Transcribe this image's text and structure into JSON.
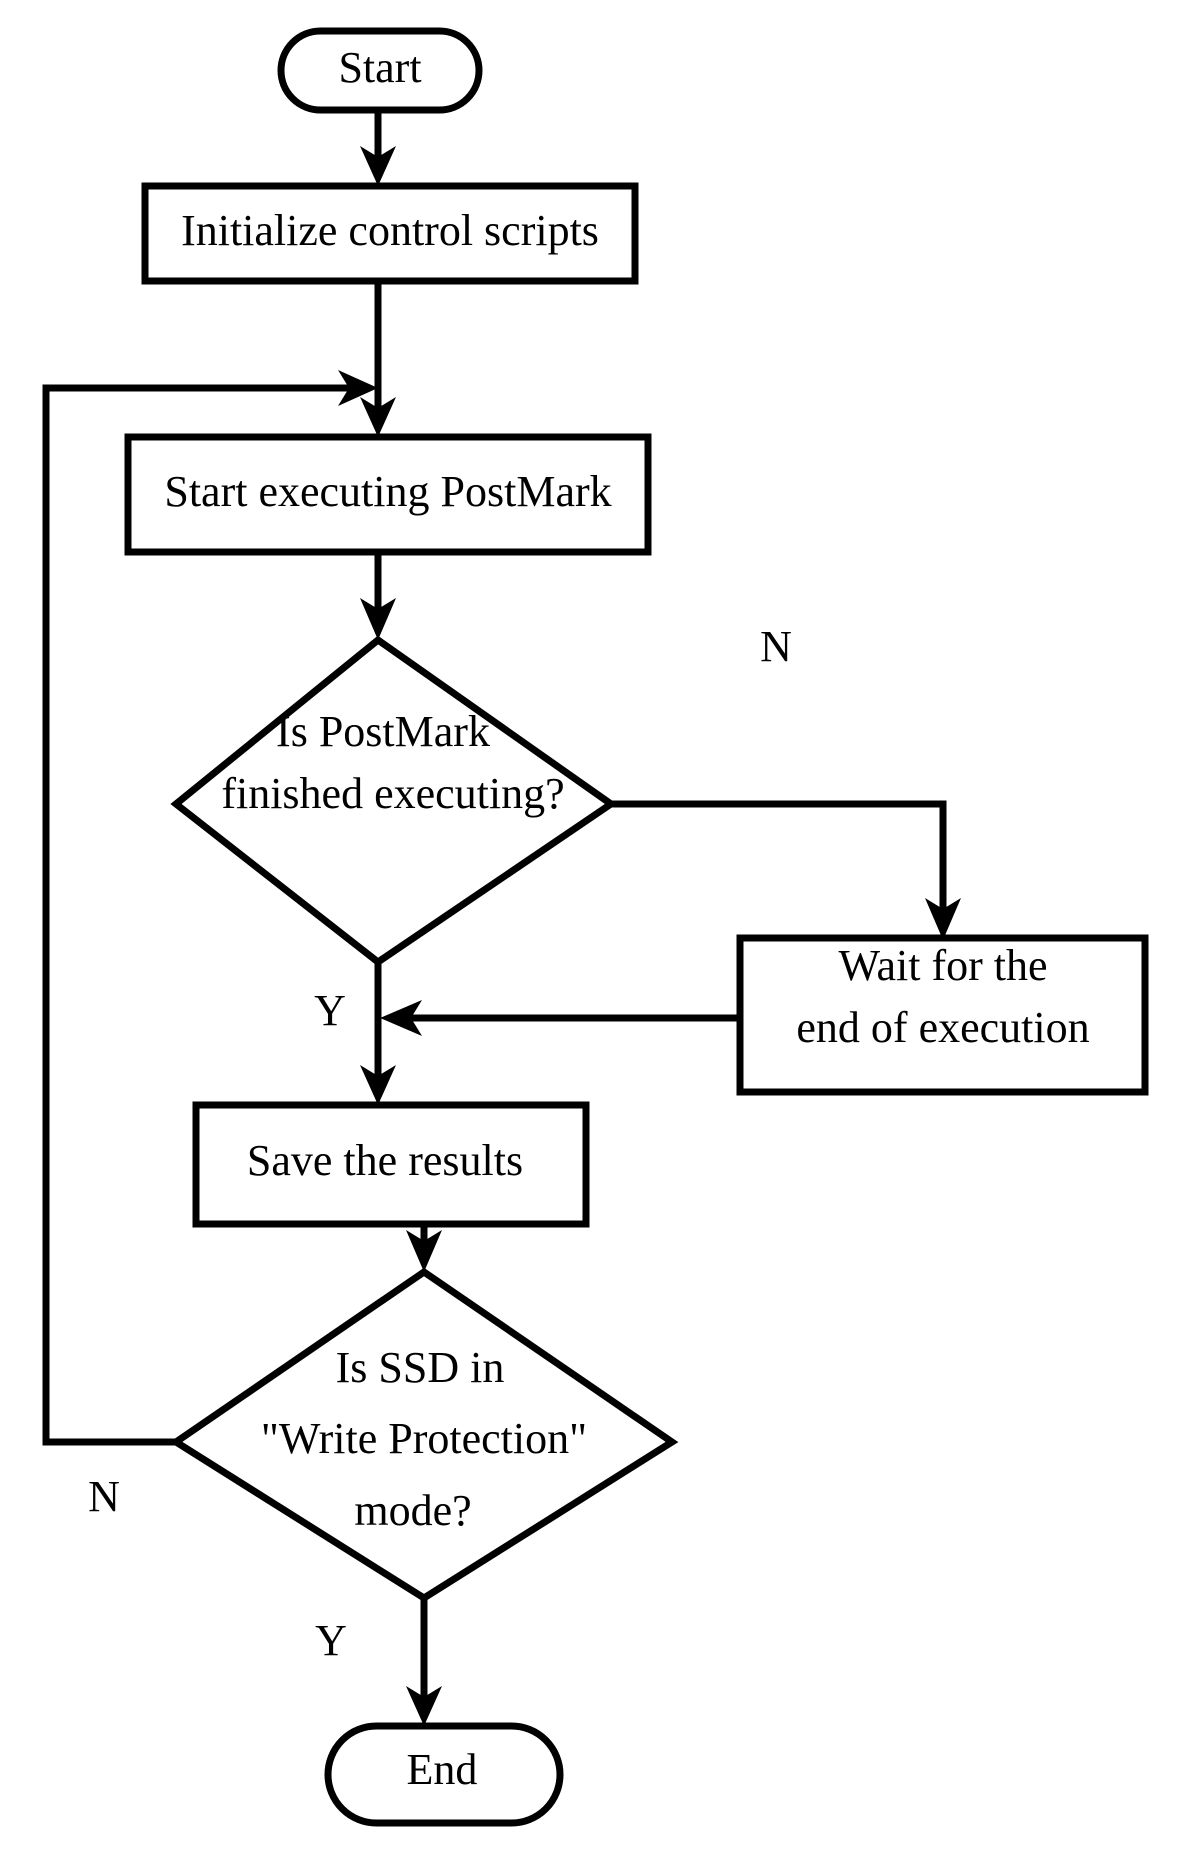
{
  "diagram": {
    "type": "flowchart",
    "title": "PostMark SSD write-protection benchmark control flow",
    "orientation": "top-to-bottom",
    "stroke_color": "#000000",
    "fill_color": "#ffffff",
    "background_color": "#ffffff"
  },
  "nodes": {
    "start": {
      "shape": "terminal",
      "label": "Start"
    },
    "init": {
      "shape": "process",
      "label": "Initialize control scripts"
    },
    "run": {
      "shape": "process",
      "label": "Start executing PostMark"
    },
    "finished": {
      "shape": "decision",
      "label_line1": "Is PostMark",
      "label_line2": "finished executing?"
    },
    "wait": {
      "shape": "process",
      "label_line1": "Wait for the",
      "label_line2": "end of execution"
    },
    "save": {
      "shape": "process",
      "label": "Save the results"
    },
    "protect": {
      "shape": "decision",
      "label_line1": "Is SSD in",
      "label_line2": "\"Write Protection\"",
      "label_line3": "mode?"
    },
    "end": {
      "shape": "terminal",
      "label": "End"
    }
  },
  "branch_labels": {
    "finished_no": "N",
    "finished_yes": "Y",
    "protect_no": "N",
    "protect_yes": "Y"
  },
  "edges": [
    {
      "from": "start",
      "to": "init",
      "label": ""
    },
    {
      "from": "init",
      "to": "run",
      "label": ""
    },
    {
      "from": "run",
      "to": "finished",
      "label": ""
    },
    {
      "from": "finished",
      "to": "wait",
      "label": "N"
    },
    {
      "from": "wait",
      "to": "save",
      "label": ""
    },
    {
      "from": "finished",
      "to": "save",
      "label": "Y"
    },
    {
      "from": "save",
      "to": "protect",
      "label": ""
    },
    {
      "from": "protect",
      "to": "run",
      "label": "N"
    },
    {
      "from": "protect",
      "to": "end",
      "label": "Y"
    }
  ]
}
